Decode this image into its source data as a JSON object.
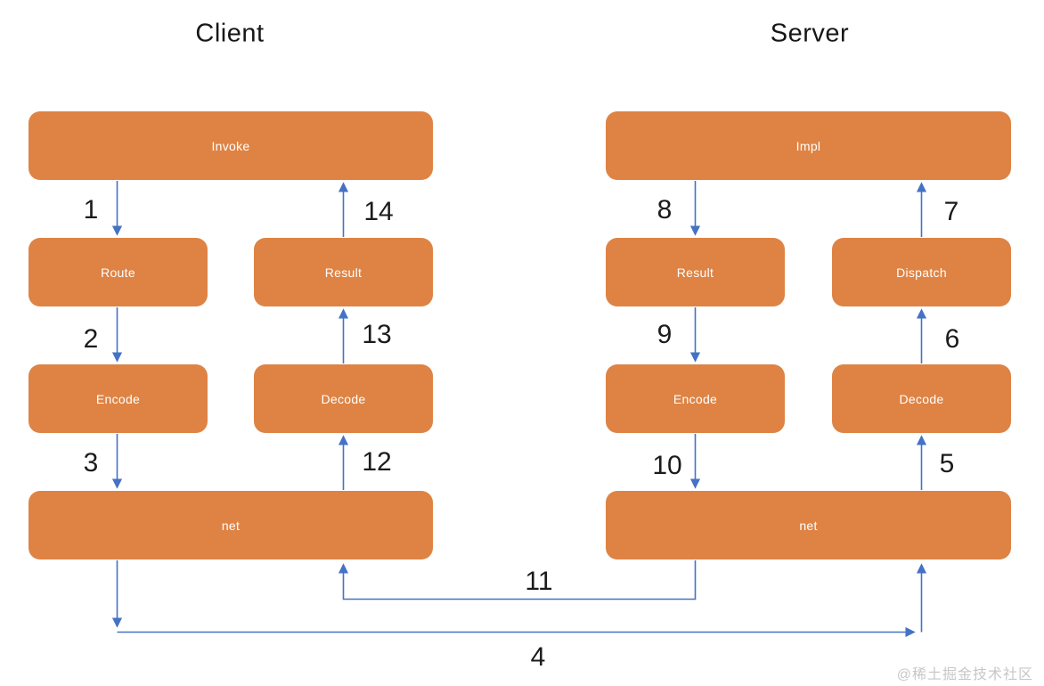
{
  "diagram": {
    "titles": {
      "client": "Client",
      "server": "Server"
    },
    "client_boxes": {
      "invoke": "Invoke",
      "route": "Route",
      "result": "Result",
      "encode": "Encode",
      "decode": "Decode",
      "net": "net"
    },
    "server_boxes": {
      "impl": "Impl",
      "result": "Result",
      "dispatch": "Dispatch",
      "encode": "Encode",
      "decode": "Decode",
      "net": "net"
    },
    "steps": {
      "1": "1",
      "2": "2",
      "3": "3",
      "4": "4",
      "5": "5",
      "6": "6",
      "7": "7",
      "8": "8",
      "9": "9",
      "10": "10",
      "11": "11",
      "12": "12",
      "13": "13",
      "14": "14"
    },
    "watermark": "@稀土掘金技术社区",
    "colors": {
      "box_fill": "#DE8344",
      "arrow": "#4472C4",
      "box_text": "#FFFFFF",
      "step_text": "#1B1B1B",
      "watermark": "#C7C7C7",
      "background": "#FFFFFF"
    }
  }
}
